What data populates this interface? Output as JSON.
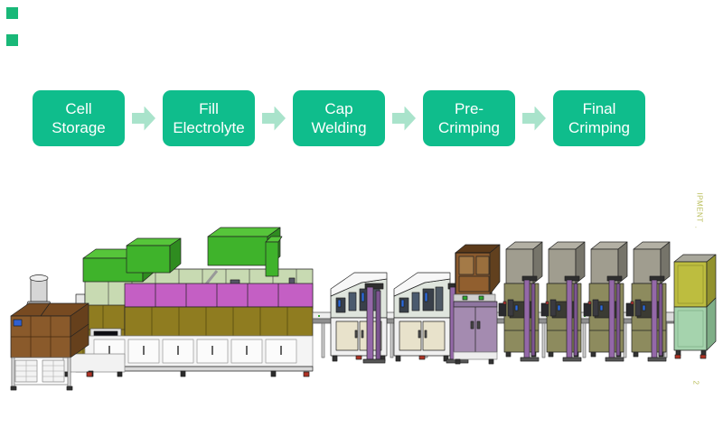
{
  "colors": {
    "accent": "#0fbd8c",
    "arrow": "#a9e3cb",
    "step_text": "#ffffff",
    "decor_square": "#19b878",
    "edge_text": "#b9bd59"
  },
  "flow": {
    "steps": [
      {
        "line1": "Cell",
        "line2": "Storage"
      },
      {
        "line1": "Fill",
        "line2": "Electrolyte"
      },
      {
        "line1": "Cap",
        "line2": "Welding"
      },
      {
        "line1": "Pre-",
        "line2": "Crimping"
      },
      {
        "line1": "Final",
        "line2": "Crimping"
      }
    ]
  },
  "edge": {
    "vertical_text": "IPMENT",
    "dot": ".",
    "page_number": "2"
  }
}
